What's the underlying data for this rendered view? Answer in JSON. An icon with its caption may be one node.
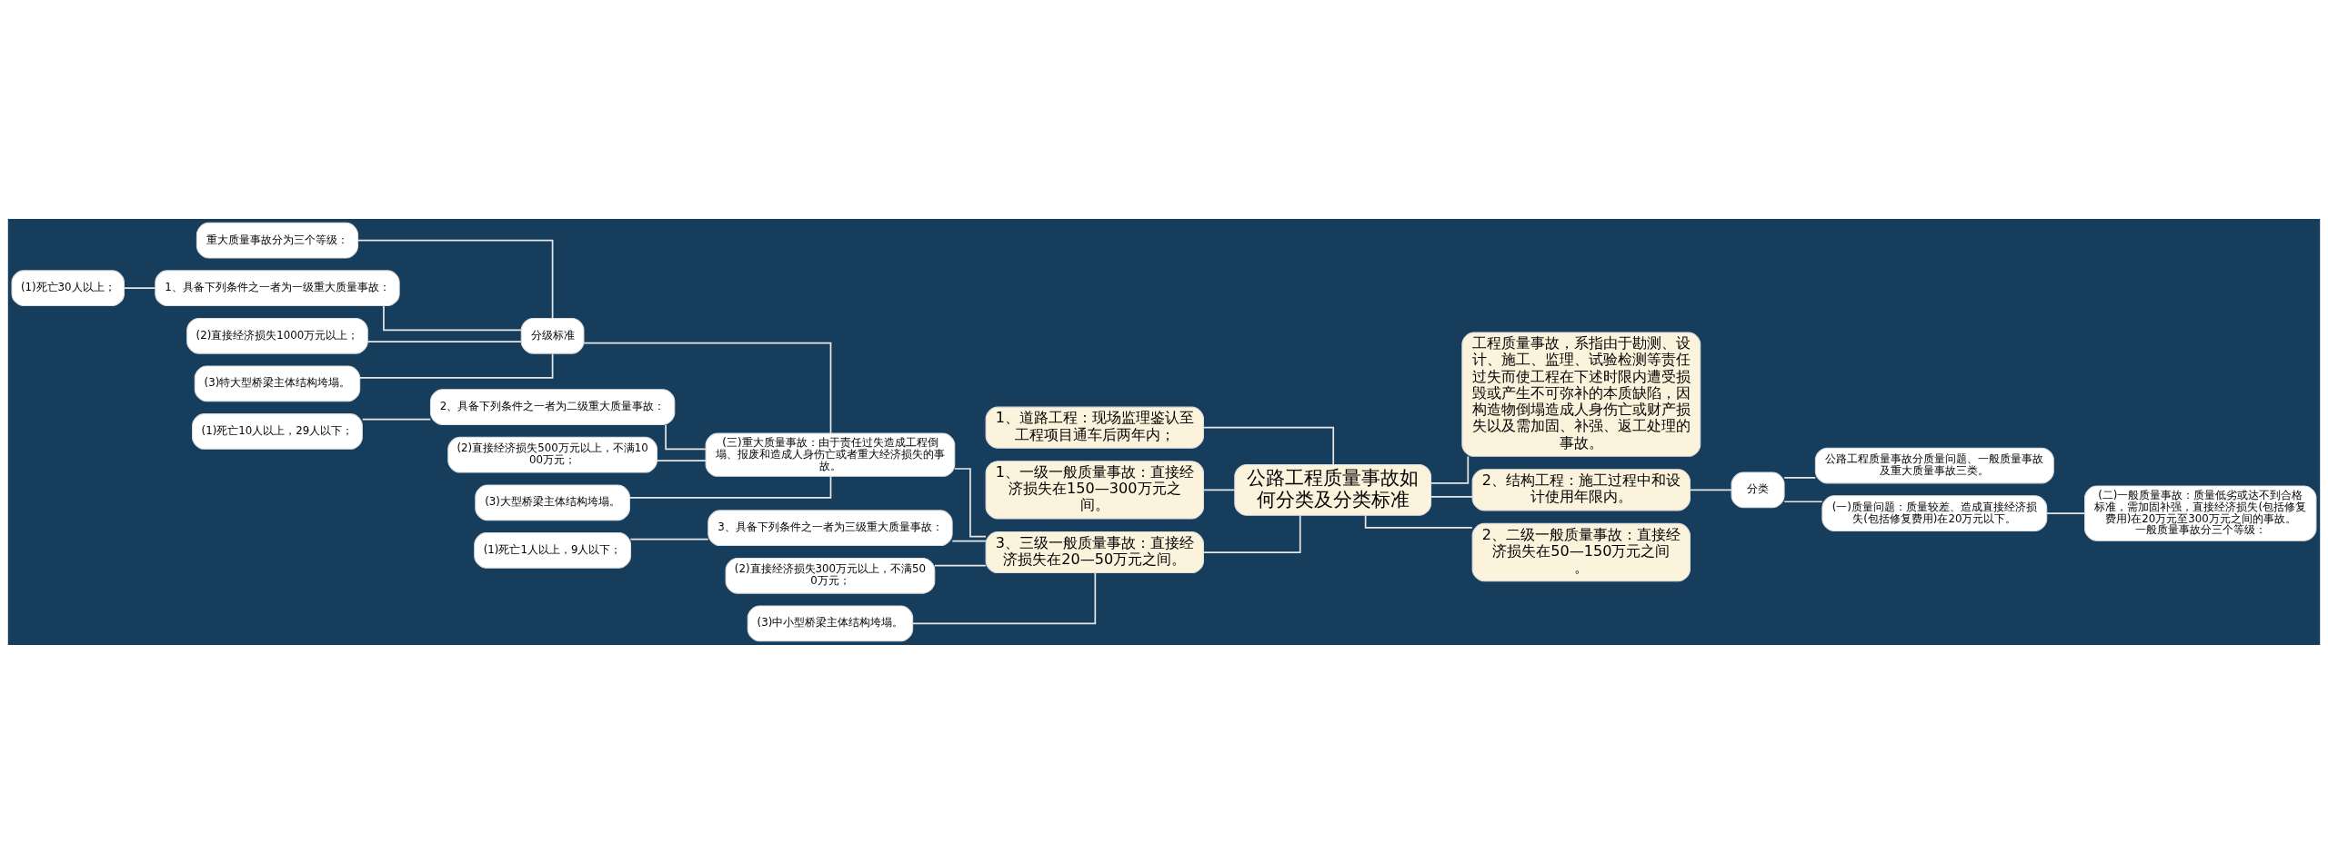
{
  "diagram": {
    "nodes": [
      {
        "text": [
          "公路工程质量事故如何分类及分类标准"
        ]
      },
      {
        "text": [
          "1、道路工程：现场监理鉴认至工程项目通车后两年内；"
        ]
      },
      {
        "text": [
          "1、一级一般质量事故：直接经济损失在150—300万元之间。"
        ]
      },
      {
        "text": [
          "3、三级一般质量事故：直接经济损失在20—50万元之间。"
        ]
      },
      {
        "text": [
          "(三)重大质量事故：由于责任过失造成工程倒塌、报废和造成人身伤亡或者重大经济损失的事故。"
        ]
      },
      {
        "text": [
          "分级标准"
        ]
      },
      {
        "text": [
          "重大质量事故分为三个等级："
        ]
      },
      {
        "text": [
          "1、具备下列条件之一者为一级重大质量事故："
        ]
      },
      {
        "text": [
          "(1)死亡30人以上；"
        ]
      },
      {
        "text": [
          "(2)直接经济损失1000万元以上；"
        ]
      },
      {
        "text": [
          "(3)特大型桥梁主体结构垮塌。"
        ]
      },
      {
        "text": [
          "2、具备下列条件之一者为二级重大质量事故："
        ]
      },
      {
        "text": [
          "(1)死亡10人以上，29人以下；"
        ]
      },
      {
        "text": [
          "(2)直接经济损失500万元以上，不满1000万元；"
        ]
      },
      {
        "text": [
          "(3)大型桥梁主体结构垮塌。"
        ]
      },
      {
        "text": [
          "3、具备下列条件之一者为三级重大质量事故："
        ]
      },
      {
        "text": [
          "(1)死亡1人以上，9人以下；"
        ]
      },
      {
        "text": [
          "(2)直接经济损失300万元以上，不满500万元；"
        ]
      },
      {
        "text": [
          "(3)中小型桥梁主体结构垮塌。"
        ]
      },
      {
        "text": [
          "工程质量事故，系指由于勘测、设计、施工、监理、试验检测等责任过失而使工程在下述时限内遭受损毁或产生不可弥补的本质缺陷，因构造物倒塌造成人身伤亡或财产损失以及需加固、补强、返工处理的事故。"
        ]
      },
      {
        "text": [
          "2、结构工程：施工过程中和设计使用年限内。"
        ]
      },
      {
        "text": [
          "分类"
        ]
      },
      {
        "text": [
          "公路工程质量事故分质量问题、一般质量事故及重大质量事故三类。"
        ]
      },
      {
        "text": [
          "(一)质量问题：质量较差、造成直接经济损失(包括修复费用)在20万元以下。"
        ]
      },
      {
        "text": [
          "(二)一般质量事故：质量低劣或达不到合格标准，需加固补强，直接经济损失(包括修复费用)在20万元至300万元之间的事故。一般质量事故分三个等级："
        ]
      },
      {
        "text": [
          "2、二级一般质量事故：直接经济损失在50—150万元之间。"
        ]
      }
    ],
    "edges": [
      {
        "from": 1,
        "to": 0,
        "arrow": "none"
      },
      {
        "from": 2,
        "to": 0,
        "arrow": "none"
      },
      {
        "from": 3,
        "to": 0,
        "arrow": "none"
      },
      {
        "from": 4,
        "to": 3,
        "arrow": "none"
      },
      {
        "from": 15,
        "to": 3,
        "arrow": "none"
      },
      {
        "from": 17,
        "to": 3,
        "arrow": "none"
      },
      {
        "from": 18,
        "to": 3,
        "arrow": "none"
      },
      {
        "from": 5,
        "to": 4,
        "arrow": "none"
      },
      {
        "from": 11,
        "to": 4,
        "arrow": "none"
      },
      {
        "from": 13,
        "to": 4,
        "arrow": "none"
      },
      {
        "from": 14,
        "to": 4,
        "arrow": "none"
      },
      {
        "from": 6,
        "to": 5,
        "arrow": "none"
      },
      {
        "from": 7,
        "to": 5,
        "arrow": "none"
      },
      {
        "from": 9,
        "to": 5,
        "arrow": "none"
      },
      {
        "from": 10,
        "to": 5,
        "arrow": "none"
      },
      {
        "from": 8,
        "to": 7,
        "arrow": "none"
      },
      {
        "from": 12,
        "to": 11,
        "arrow": "none"
      },
      {
        "from": 16,
        "to": 15,
        "arrow": "none"
      },
      {
        "from": 0,
        "to": 19,
        "arrow": "none"
      },
      {
        "from": 0,
        "to": 20,
        "arrow": "none"
      },
      {
        "from": 0,
        "to": 25,
        "arrow": "none"
      },
      {
        "from": 20,
        "to": 21,
        "arrow": "none"
      },
      {
        "from": 21,
        "to": 22,
        "arrow": "none"
      },
      {
        "from": 21,
        "to": 23,
        "arrow": "none"
      },
      {
        "from": 23,
        "to": 24,
        "arrow": "none"
      }
    ]
  }
}
